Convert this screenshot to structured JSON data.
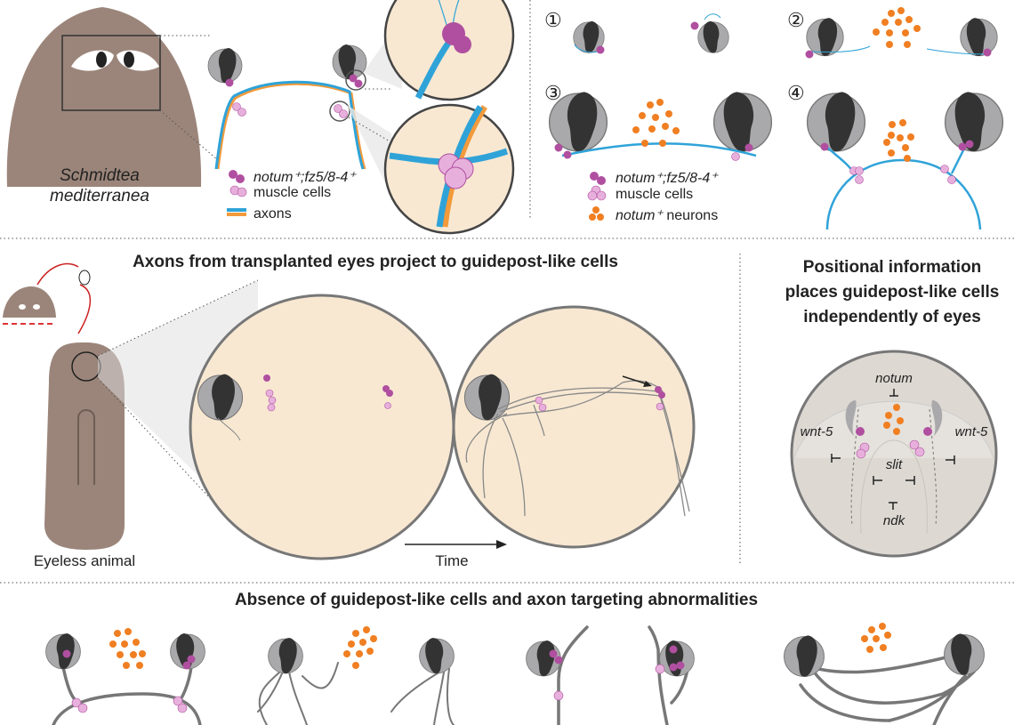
{
  "top_left": {
    "species_line1": "Schmidtea",
    "species_line2": "mediterranea",
    "legend_cells": "notum⁺;fz5/8-4⁺",
    "legend_cells2": "muscle cells",
    "legend_axons": "axons"
  },
  "top_right": {
    "stages": [
      "①",
      "②",
      "③",
      "④"
    ],
    "legend_cells": "notum⁺;fz5/8-4⁺",
    "legend_cells2": "muscle cells",
    "legend_neurons_italic": "notum⁺",
    "legend_neurons": "neurons"
  },
  "middle": {
    "title": "Axons from transplanted eyes project to guidepost-like cells",
    "animal_label": "Eyeless animal",
    "time_label": "Time"
  },
  "positional": {
    "title_lines": [
      "Positional information",
      "places guidepost-like cells",
      "independently of eyes"
    ],
    "genes": {
      "notum": "notum",
      "wnt5_left": "wnt-5",
      "wnt5_right": "wnt-5",
      "slit": "slit",
      "ndk": "ndk"
    }
  },
  "bottom": {
    "title": "Absence of guidepost-like cells and axon targeting abnormalities"
  },
  "colors": {
    "axon_blue": "#2fa3d8",
    "axon_orange": "#f39a3a",
    "muscle_magenta": "#b04fa0",
    "muscle_pink": "#e7b0dc",
    "neuron_orange": "#f07f22",
    "worm_brown": "#9b857a",
    "inset_beige": "#f8e8d2"
  }
}
